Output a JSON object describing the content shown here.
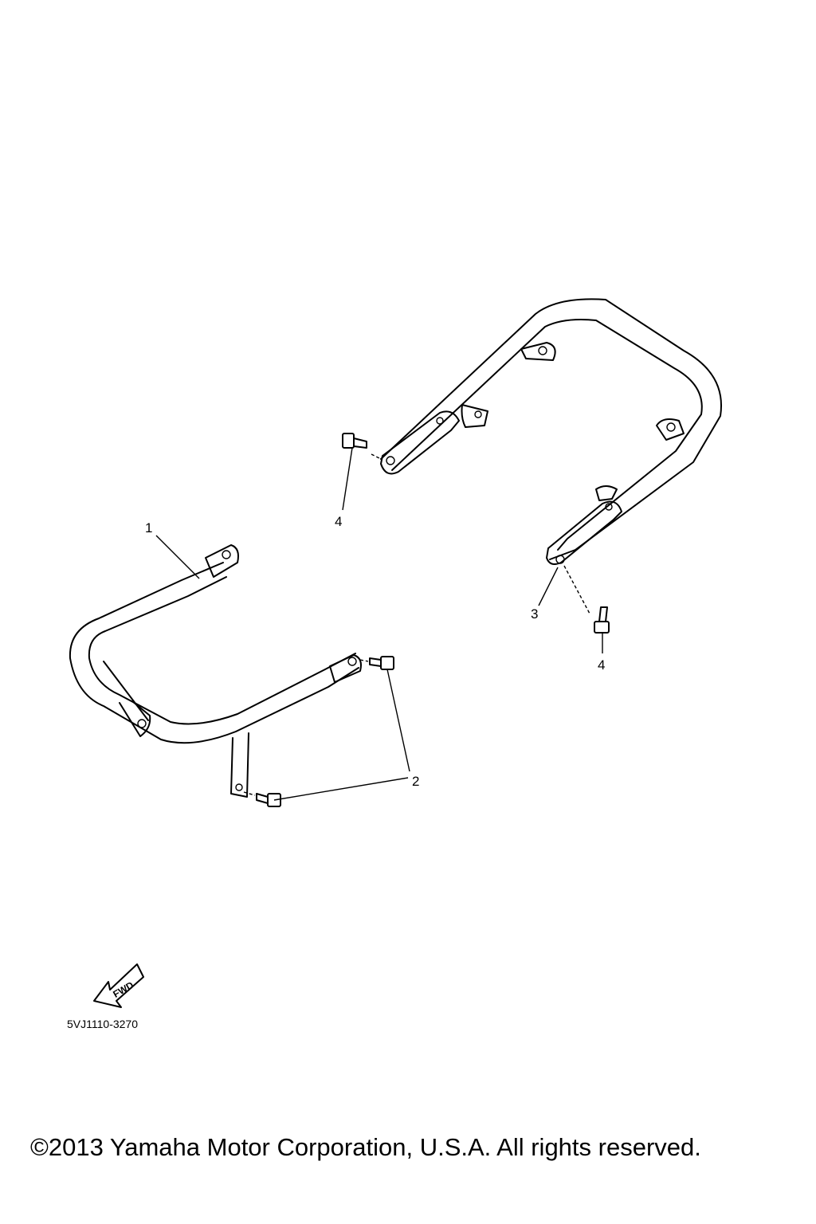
{
  "callouts": {
    "part1": "1",
    "part2": "2",
    "part3": "3",
    "part4_top": "4",
    "part4_right": "4"
  },
  "fwd_label": "FWD",
  "diagram_code": "5VJ1110-3270",
  "copyright": "©2013 Yamaha Motor Corporation, U.S.A. All rights reserved.",
  "icons": [
    "fwd-arrow-icon"
  ]
}
